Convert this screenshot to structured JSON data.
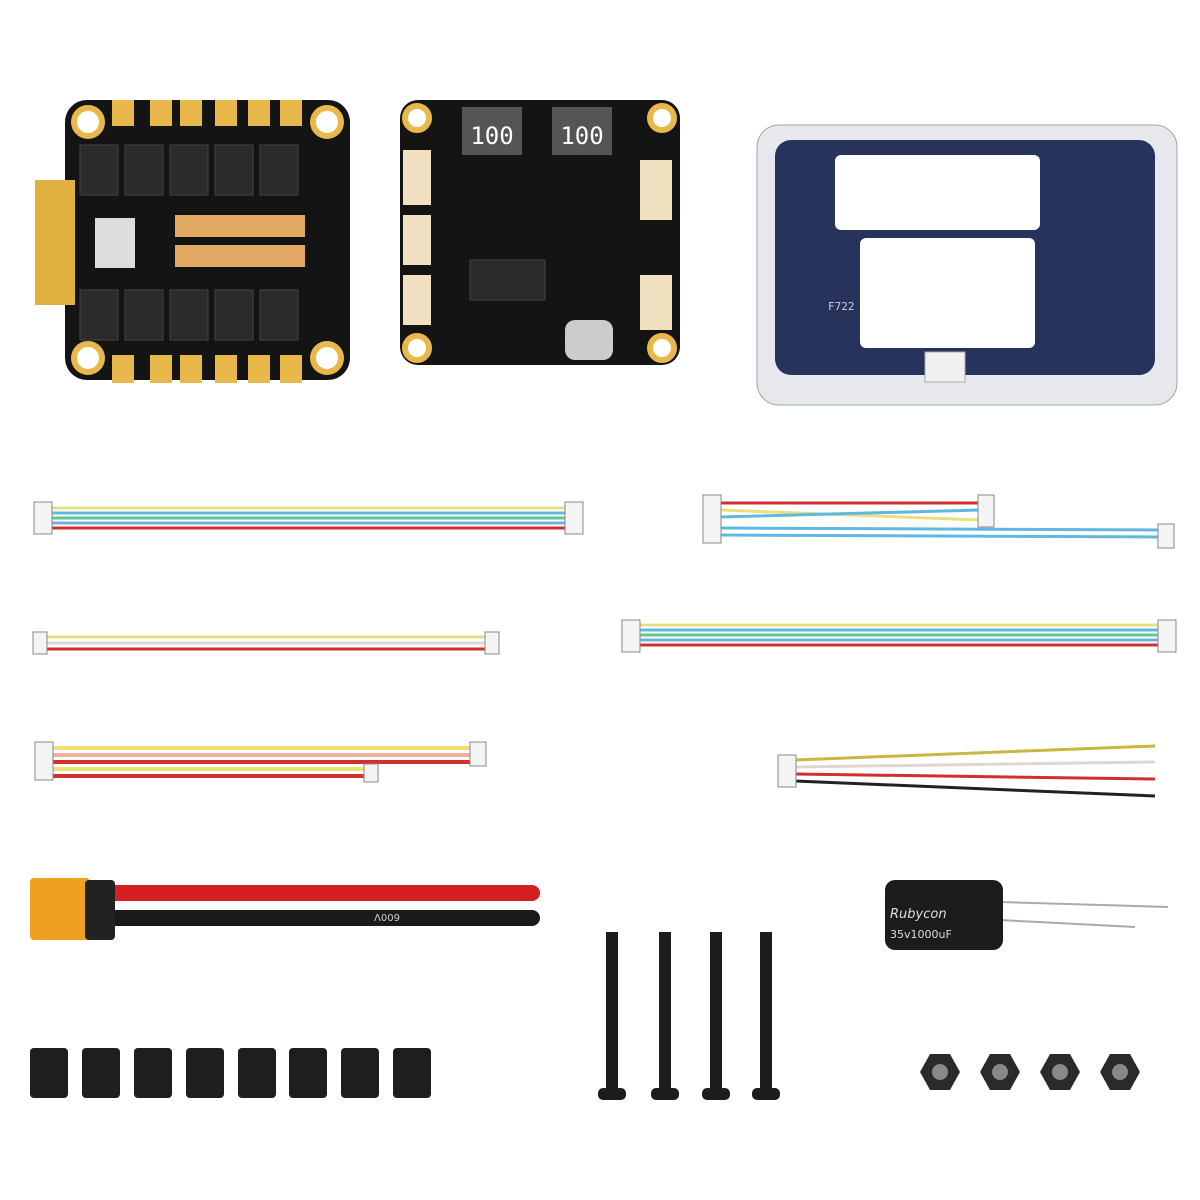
{
  "items": {
    "fc_inductor_1": "100",
    "fc_inductor_2": "100",
    "box_label": "F722",
    "capacitor_brand": "Rubycon",
    "capacitor_rating": "35v1000uF",
    "power_wire_print": "600V"
  },
  "colors": {
    "pcb": "#141414",
    "gold_pad": "#e8b84a",
    "xt60": "#f0a020",
    "box": "#27335a",
    "red_wire": "#d42020",
    "black_wire": "#1a1a1a"
  }
}
